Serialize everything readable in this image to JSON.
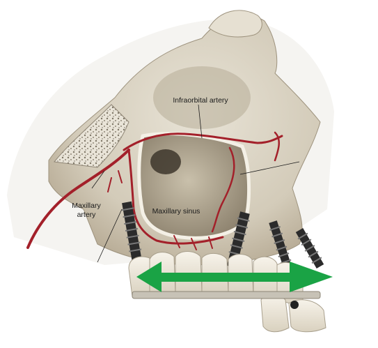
{
  "labels": {
    "infraorbital": "Infraorbital artery",
    "maxillary_artery_line1": "Maxillary",
    "maxillary_artery_line2": "artery",
    "maxillary_sinus": "Maxillary sinus"
  },
  "colors": {
    "background": "#ffffff",
    "bone": "#d9d3c4",
    "bone_shadow": "#b8ae9a",
    "sinus_cavity": "#a89e88",
    "artery": "#a3202a",
    "implant": "#2b2b2b",
    "tooth": "#f1ece0",
    "arrow": "#1aa345"
  },
  "icons": {
    "double_arrow": "double-headed-arrow-icon",
    "implant": "dental-implant-icon"
  }
}
